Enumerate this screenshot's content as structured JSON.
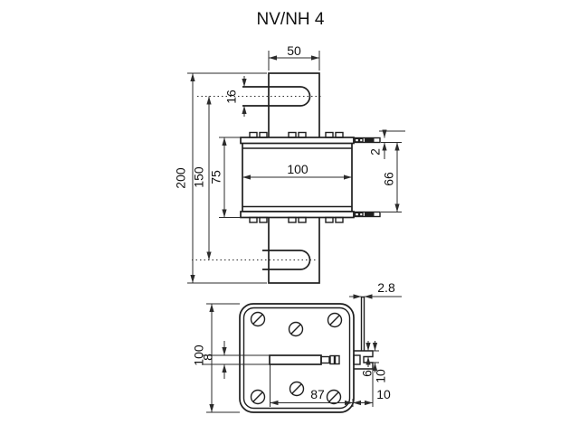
{
  "title": "NV/NH 4",
  "colors": {
    "line": "#1f1f1f",
    "dimension": "#2b2b2b",
    "background": "#ffffff"
  },
  "front_view": {
    "description": "front elevation of NH4 fuse link",
    "dims": {
      "blade_width": "50",
      "slot_width": "16",
      "overall_height": "200",
      "slot_spacing": "150",
      "body_height": "75",
      "body_width": "100",
      "lug_thickness": "2",
      "lug_spacing": "66"
    }
  },
  "plan_view": {
    "description": "plan view of NH4 fuse link",
    "dims": {
      "body_size": "100",
      "striker_bar_width": "8",
      "blade_to_edge": "87",
      "blade_thickness": "2.8",
      "step_depth": "6",
      "notch_height": "10",
      "tab_projection": "10"
    }
  }
}
